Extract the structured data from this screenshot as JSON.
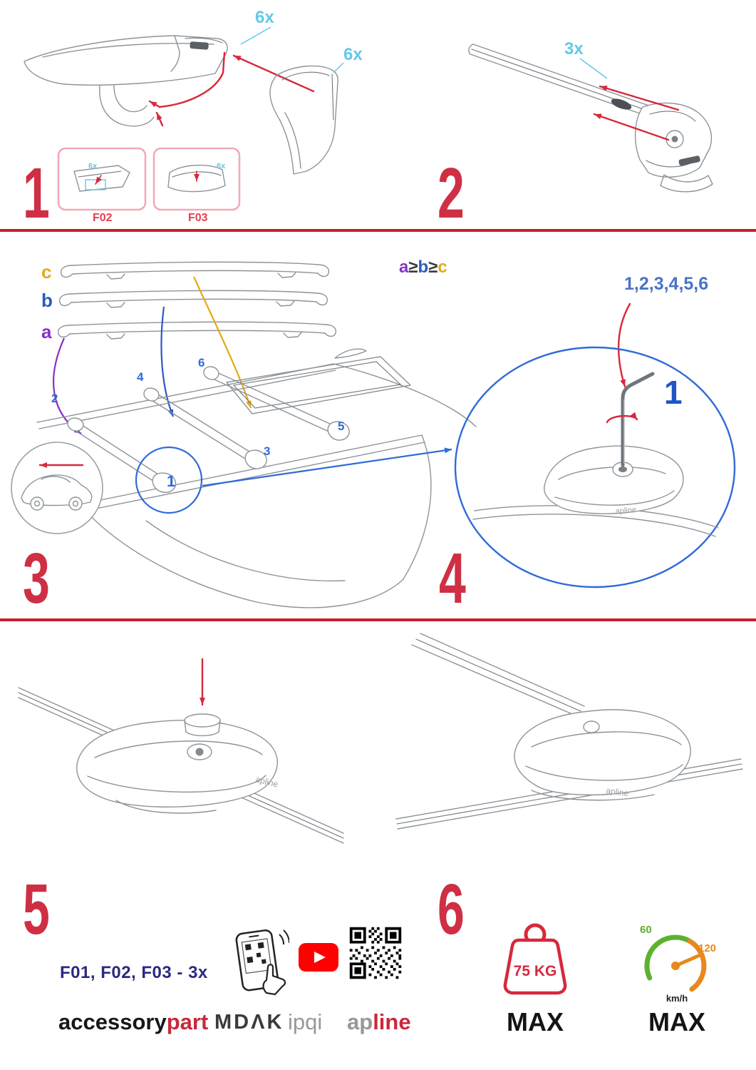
{
  "colors": {
    "step_red": "#cf2f44",
    "divider_red": "#c41f33",
    "arrow_red": "#d6293c",
    "cyan": "#62c9e8",
    "purple": "#8b2fc9",
    "blue": "#2b59c3",
    "orange": "#e6a817",
    "navy": "#2a2a80",
    "brand_red": "#c8293a",
    "youtube_red": "#ff0000",
    "speed_green": "#5cb22e",
    "speed_orange": "#e8881e"
  },
  "step1": {
    "num": "1",
    "qty_cap_top": "6x",
    "qty_cap_side": "6x",
    "box_qty": "6x",
    "box1_label": "F02",
    "box2_label": "F03"
  },
  "step2": {
    "num": "2",
    "qty": "3x"
  },
  "step3": {
    "num": "3",
    "bar_c": "c",
    "bar_b": "b",
    "bar_a": "a",
    "rule": {
      "a": "a",
      "ge1": "≥",
      "b": "b",
      "ge2": "≥",
      "c": "c"
    },
    "pos": {
      "p1": "1",
      "p2": "2",
      "p3": "3",
      "p4": "4",
      "p5": "5",
      "p6": "6"
    }
  },
  "step4": {
    "num": "4",
    "sequence": "1,2,3,4,5,6",
    "first": "1"
  },
  "step5": {
    "num": "5"
  },
  "step6": {
    "num": "6"
  },
  "clamp_brand": "apline",
  "footer": {
    "parts_note": "F01, F02, F03 - 3x",
    "brand_accessory": "accessory",
    "brand_part": "part",
    "brand_mdak": "MDΛK",
    "brand_ipqi": "ipqi",
    "brand_ap": "ap",
    "brand_line": "line"
  },
  "limits": {
    "weight_value": "75 KG",
    "weight_max": "MAX",
    "speed_low": "60",
    "speed_high": "120",
    "speed_unit": "km/h",
    "speed_max": "MAX"
  }
}
